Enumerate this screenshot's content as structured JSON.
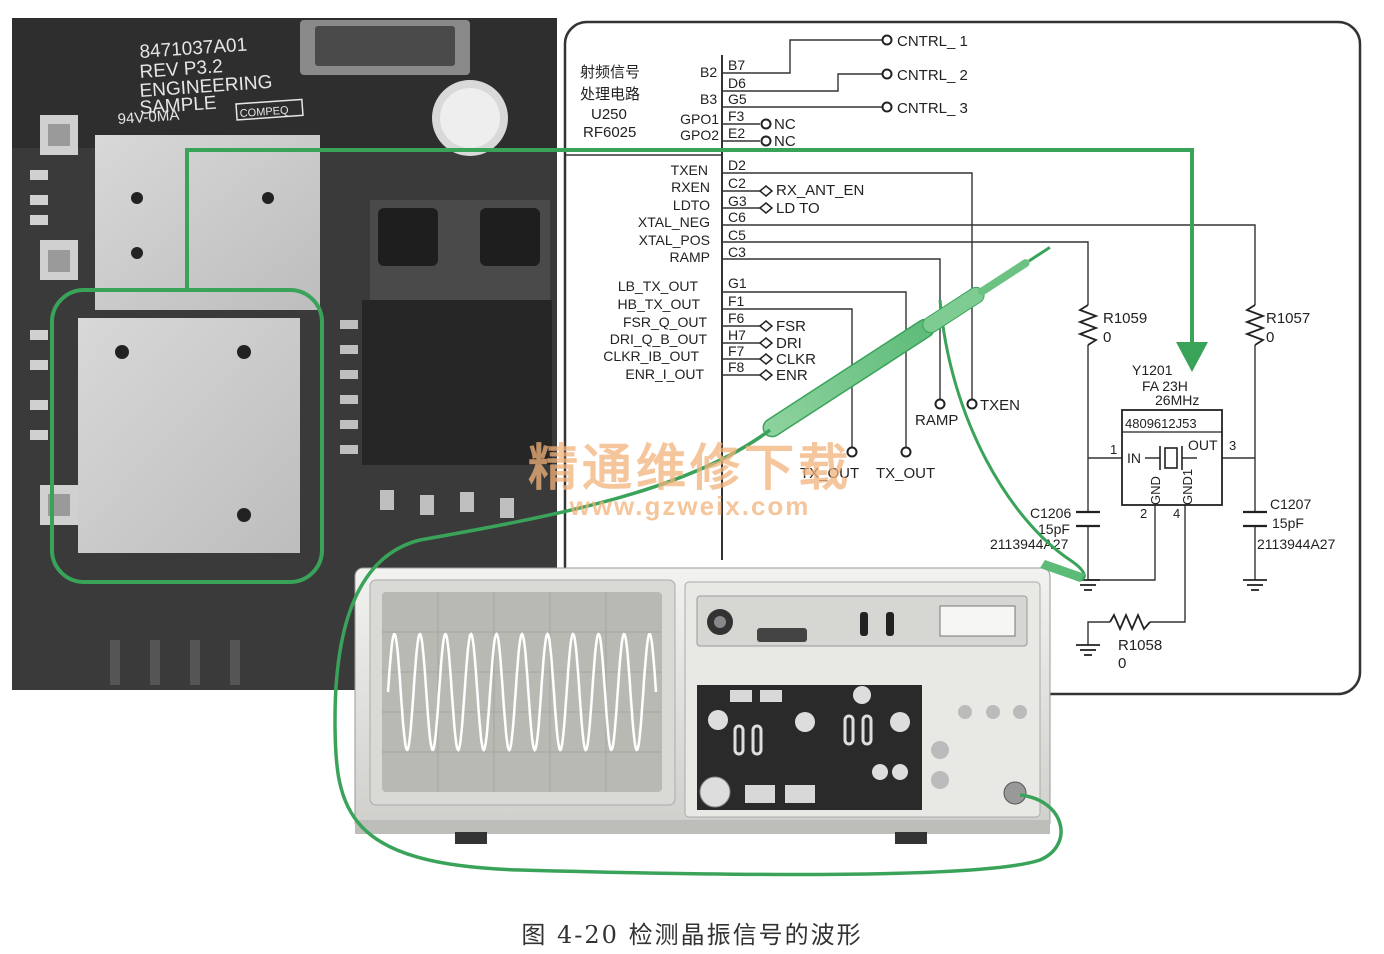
{
  "board": {
    "silk_part": "8471037A01",
    "silk_rev": "REV P3.2",
    "silk_eng": "ENGINEERING",
    "silk_sample": "SAMPLE",
    "silk_rating": "94V-0MA",
    "silk_logo": "COMPEQ"
  },
  "schematic": {
    "ic": {
      "name_line1": "射频信号",
      "name_line2": "处理电路",
      "ref": "U250",
      "part": "RF6025"
    },
    "pins": [
      {
        "num": "B7",
        "label": ""
      },
      {
        "num": "B2",
        "label": ""
      },
      {
        "num": "D6",
        "label": ""
      },
      {
        "num": "B3",
        "label": ""
      },
      {
        "num": "G5",
        "label": ""
      },
      {
        "num": "F3",
        "label": "GPO1"
      },
      {
        "num": "E2",
        "label": "GPO2"
      },
      {
        "num": "D2",
        "label": "TXEN"
      },
      {
        "num": "C2",
        "label": "RXEN"
      },
      {
        "num": "G3",
        "label": "LDTO"
      },
      {
        "num": "C6",
        "label": "XTAL_NEG"
      },
      {
        "num": "C5",
        "label": "XTAL_POS"
      },
      {
        "num": "C3",
        "label": "RAMP"
      },
      {
        "num": "G1",
        "label": "LB_TX_OUT"
      },
      {
        "num": "F1",
        "label": "HB_TX_OUT"
      },
      {
        "num": "F6",
        "label": "FSR_Q_OUT"
      },
      {
        "num": "H7",
        "label": "DRI_Q_B_OUT"
      },
      {
        "num": "F7",
        "label": "CLKR_IB_OUT"
      },
      {
        "num": "F8",
        "label": "ENR_I_OUT"
      }
    ],
    "nets": {
      "cntrl1": "CNTRL_ 1",
      "cntrl2": "CNTRL_ 2",
      "cntrl3": "CNTRL_ 3",
      "nc1": "NC",
      "nc2": "NC",
      "rx_ant_en": "RX_ANT_EN",
      "ld_to": "LD TO",
      "fsr": "FSR",
      "dri": "DRI",
      "clkr": "CLKR",
      "enr": "ENR",
      "ramp": "RAMP",
      "txen": "TXEN",
      "tx_out1": "TX_OUT",
      "tx_out2": "TX_OUT"
    },
    "crystal": {
      "ref": "Y1201",
      "type": "FA 23H",
      "freq": "26MHz",
      "part": "4809612J53",
      "pin_in": "IN",
      "pin_out": "OUT",
      "pin_gnd": "GND",
      "pin_gnd2": "GND1",
      "num1": "1",
      "num2": "2",
      "num3": "3",
      "num4": "4"
    },
    "r1059": {
      "ref": "R1059",
      "val": "0"
    },
    "r1057": {
      "ref": "R1057",
      "val": "0"
    },
    "r1058": {
      "ref": "R1058",
      "val": "0"
    },
    "c1206": {
      "ref": "C1206",
      "val": "15pF",
      "part": "2113944A27"
    },
    "c1207": {
      "ref": "C1207",
      "val": "15pF",
      "part": "2113944A27"
    }
  },
  "watermark": {
    "cn": "精通维修下载",
    "url": "www.gzweix.com"
  },
  "caption": "图 4-20  检测晶振信号的波形",
  "colors": {
    "probe_wire": "#3aa35a",
    "watermark": "#f2b27a",
    "scope_body": "#e3e3e1",
    "pcb_dark": "#2b2b2b"
  }
}
